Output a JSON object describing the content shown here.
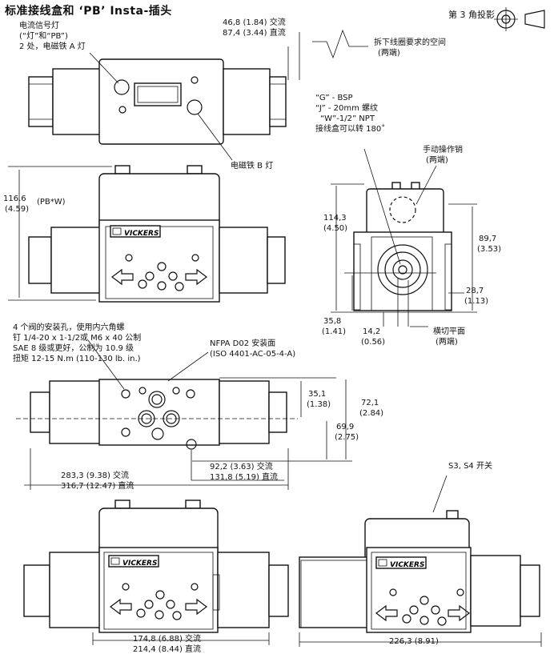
{
  "title": "标准接线盒和 ‘PB’ Insta-插头",
  "projection": "第 3 角投影",
  "brand": "VICKERS",
  "labels": {
    "indicator_lights": [
      "电流信号灯",
      "(“灯”和“PB”)",
      "2 处，电磁铁 A 灯"
    ],
    "coil_b_light": "电磁铁 B 灯",
    "dim_top_ac": "46,8 (1.84) 交流",
    "dim_top_dc": "87,4 (3.44) 直流",
    "coil_removal": [
      "拆下线圈要求的空间",
      "(两端)"
    ],
    "thread_info": [
      "“G” - BSP",
      "“J” - 20mm 螺纹",
      "“W”-1/2” NPT",
      "接线盒可以转 180˚"
    ],
    "manual_override": [
      "手动操作销",
      "(两端)"
    ],
    "dim_height_pbw": [
      "116.6",
      "(4.59)"
    ],
    "pbw": "(PB*W)",
    "dim_114": [
      "114,3",
      "(4.50)"
    ],
    "dim_89": [
      "89,7",
      "(3.53)"
    ],
    "dim_28": [
      "28,7",
      "(1.13)"
    ],
    "dim_35": [
      "35,8",
      "(1.41)"
    ],
    "dim_14": [
      "14,2",
      "(0.56)"
    ],
    "cross_plane": [
      "横切平面",
      "(两端)"
    ],
    "mount_holes": [
      "4 个阀的安装孔，使用内六角螺",
      "钉 1/4-20 x 1-1/2或 M6 x 40 公制",
      "SAE 8 级或更好，公制为 10.9 级",
      "扭矩 12-15 N.m (110-130 lb. in.)"
    ],
    "nfpa": [
      "NFPA D02 安装面",
      "(ISO 4401-AC-05-4-A)"
    ],
    "dim_35_1": [
      "35,1",
      "(1.38)"
    ],
    "dim_72_1": [
      "72,1",
      "(2.84)"
    ],
    "dim_69_9": [
      "69,9",
      "(2.75)"
    ],
    "dim_92": "92,2 (3.63) 交流",
    "dim_131": "131,8 (5.19) 直流",
    "dim_283": "283,3 (9.38) 交流",
    "dim_316": "316,7 (12.47) 直流",
    "switch_label": "S3, S4 开关",
    "dim_174": "174,8 (6.88) 交流",
    "dim_214": "214,4 (8.44) 直流",
    "dim_226": "226,3 (8.91)"
  }
}
